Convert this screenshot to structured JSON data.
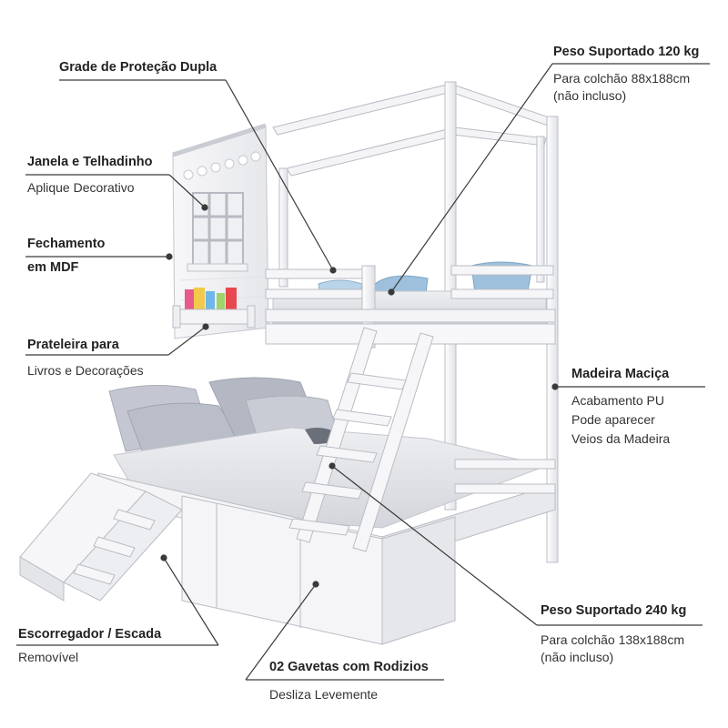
{
  "colors": {
    "background": "#ffffff",
    "frame": "#f4f4f6",
    "frame_edge": "#b9bcc4",
    "mattress": "#e7e8ec",
    "pillow": "#c4c7d1",
    "blue_pillow": "#9ec0dc",
    "leader": "#3a3a3a",
    "text": "#2b2b2b"
  },
  "annotations": {
    "grade": {
      "title": "Grade de Proteção Dupla"
    },
    "janela": {
      "title": "Janela e Telhadinho",
      "sub": "Aplique Decorativo"
    },
    "fechamento": {
      "title1": "Fechamento",
      "title2": "em MDF"
    },
    "prateleira": {
      "title": "Prateleira para",
      "sub": "Livros e Decorações"
    },
    "peso120": {
      "title": "Peso Suportado 120 kg",
      "sub1": "Para colchão 88x188cm",
      "sub2": "(não incluso)"
    },
    "madeira": {
      "title": "Madeira Maciça",
      "sub1": "Acabamento PU",
      "sub2": "Pode aparecer",
      "sub3": "Veios da Madeira"
    },
    "peso240": {
      "title": "Peso Suportado 240 kg",
      "sub1": "Para colchão 138x188cm",
      "sub2": "(não incluso)"
    },
    "escorregador": {
      "title": "Escorregador / Escada",
      "sub": "Removível"
    },
    "gavetas": {
      "title": "02 Gavetas com Rodizios",
      "sub": "Desliza Levemente"
    }
  }
}
